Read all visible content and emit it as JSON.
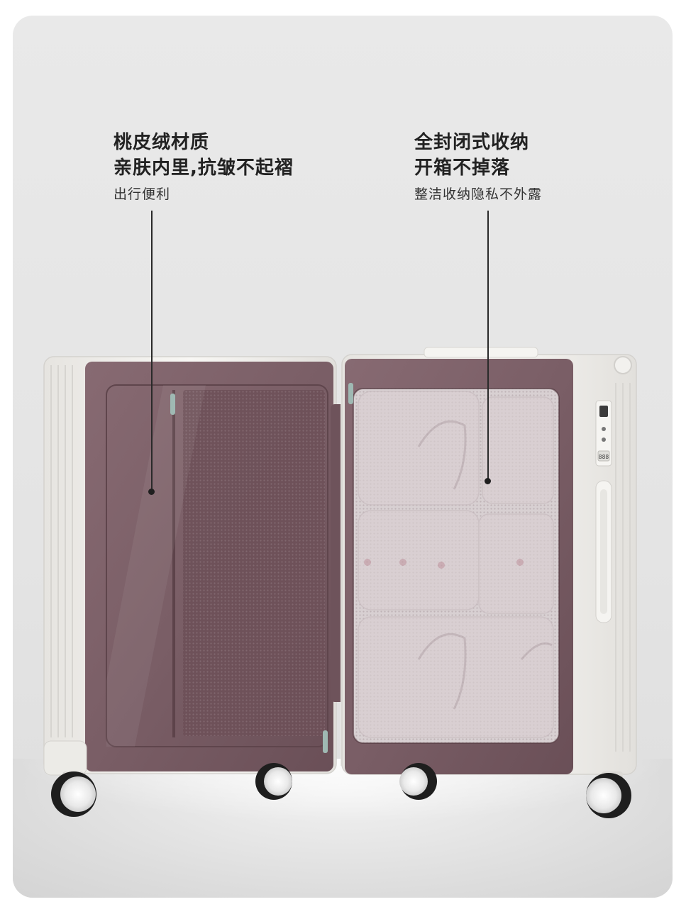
{
  "callout_left": {
    "line1": "桃皮绒材质",
    "line2": "亲肤内里,抗皱不起褶",
    "sub": "出行便利"
  },
  "callout_right": {
    "line1": "全封闭式收纳",
    "line2": "开箱不掉落",
    "sub": "整洁收纳隐私不外露"
  },
  "lock_code": "888",
  "colors": {
    "shell": "#f4f3f0",
    "lining": "#7a5b63",
    "lining_dark": "#5e434b",
    "mesh": "#cfc6c8",
    "clothes": "#d9cfd2"
  }
}
